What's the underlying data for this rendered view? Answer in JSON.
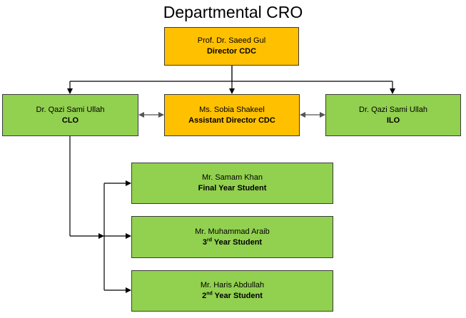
{
  "title": "Departmental CRO",
  "colors": {
    "top": "#ffc000",
    "staff": "#92d050",
    "line": "#000000"
  },
  "nodes": {
    "director": {
      "name": "Prof. Dr. Saeed Gul",
      "role": "Director CDC"
    },
    "clo": {
      "name": "Dr. Qazi Sami Ullah",
      "role": "CLO"
    },
    "assistant": {
      "name": "Ms. Sobia Shakeel",
      "role": "Assistant Director CDC"
    },
    "ilo": {
      "name": "Dr. Qazi Sami Ullah",
      "role": "ILO"
    },
    "student1": {
      "name": "Mr. Samam Khan",
      "role": "Final Year Student"
    },
    "student2": {
      "name": "Mr. Muhammad Araib",
      "role_ord": "3",
      "role_sup": "rd",
      "role_rest": " Year Student"
    },
    "student3": {
      "name": "Mr. Haris Abdullah",
      "role_ord": "2",
      "role_sup": "nd",
      "role_rest": " Year Student"
    }
  }
}
